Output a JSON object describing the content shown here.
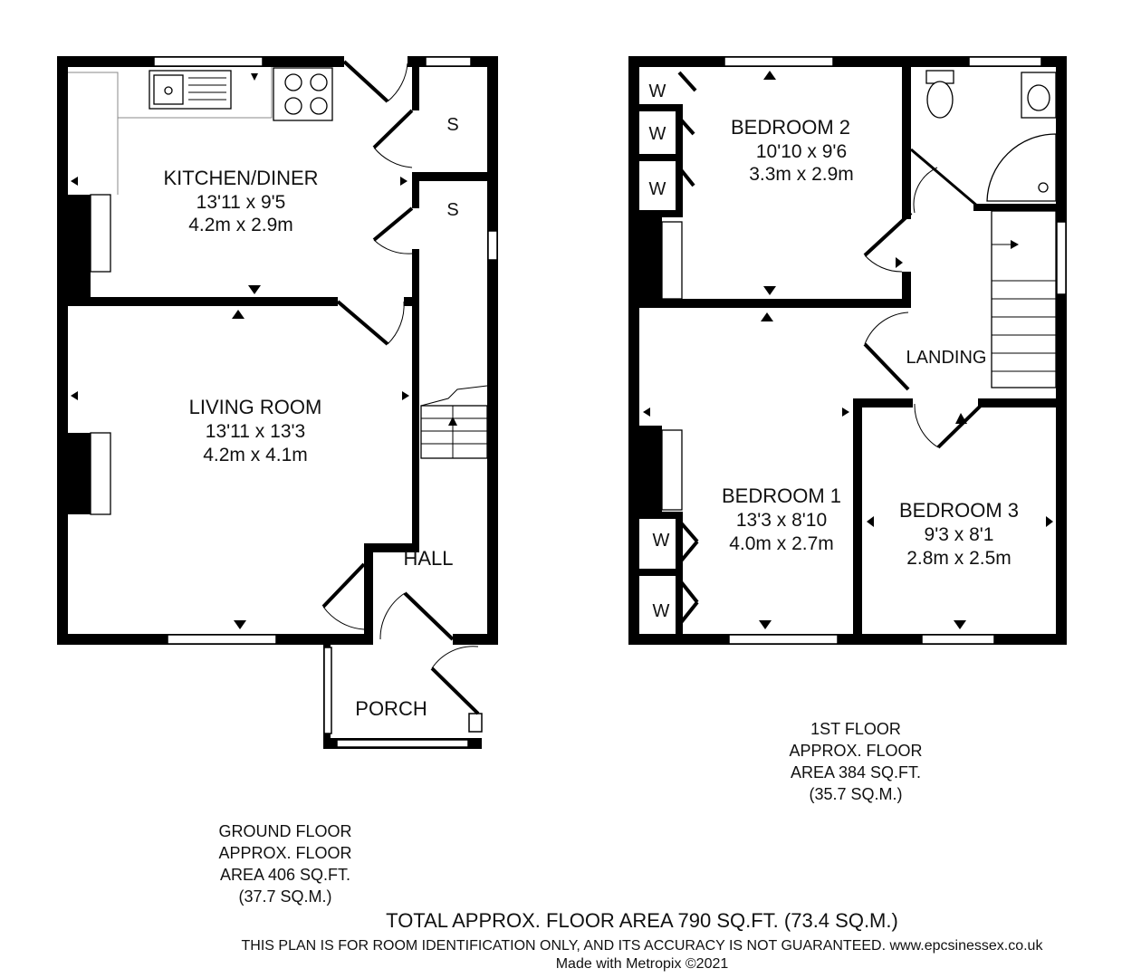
{
  "ground_floor": {
    "rooms": [
      {
        "id": "kitchen",
        "name": "KITCHEN/DINER",
        "imperial": "13'11 x 9'5",
        "metric": "4.2m x 2.9m"
      },
      {
        "id": "living",
        "name": "LIVING ROOM",
        "imperial": "13'11 x 13'3",
        "metric": "4.2m x 4.1m"
      },
      {
        "id": "hall",
        "name": "HALL"
      },
      {
        "id": "porch",
        "name": "PORCH"
      },
      {
        "id": "store1",
        "name": "S"
      },
      {
        "id": "store2",
        "name": "S"
      }
    ],
    "note": [
      "GROUND FLOOR",
      "APPROX. FLOOR",
      "AREA 406 SQ.FT.",
      "(37.7 SQ.M.)"
    ]
  },
  "first_floor": {
    "rooms": [
      {
        "id": "bed2",
        "name": "BEDROOM 2",
        "imperial": "10'10 x 9'6",
        "metric": "3.3m x 2.9m"
      },
      {
        "id": "bed1",
        "name": "BEDROOM 1",
        "imperial": "13'3 x 8'10",
        "metric": "4.0m x 2.7m"
      },
      {
        "id": "bed3",
        "name": "BEDROOM 3",
        "imperial": "9'3 x 8'1",
        "metric": "2.8m x 2.5m"
      },
      {
        "id": "landing",
        "name": "LANDING"
      }
    ],
    "wardrobes": [
      "W",
      "W",
      "W",
      "W",
      "W"
    ],
    "note": [
      "1ST FLOOR",
      "APPROX. FLOOR",
      "AREA 384 SQ.FT.",
      "(35.7 SQ.M.)"
    ]
  },
  "footer": {
    "total": "TOTAL APPROX. FLOOR AREA 790 SQ.FT. (73.4 SQ.M.)",
    "disclaimer": "THIS PLAN IS FOR ROOM IDENTIFICATION ONLY, AND ITS ACCURACY IS NOT GUARANTEED. www.epcsinessex.co.uk",
    "credit": "Made with Metropix ©2021"
  }
}
